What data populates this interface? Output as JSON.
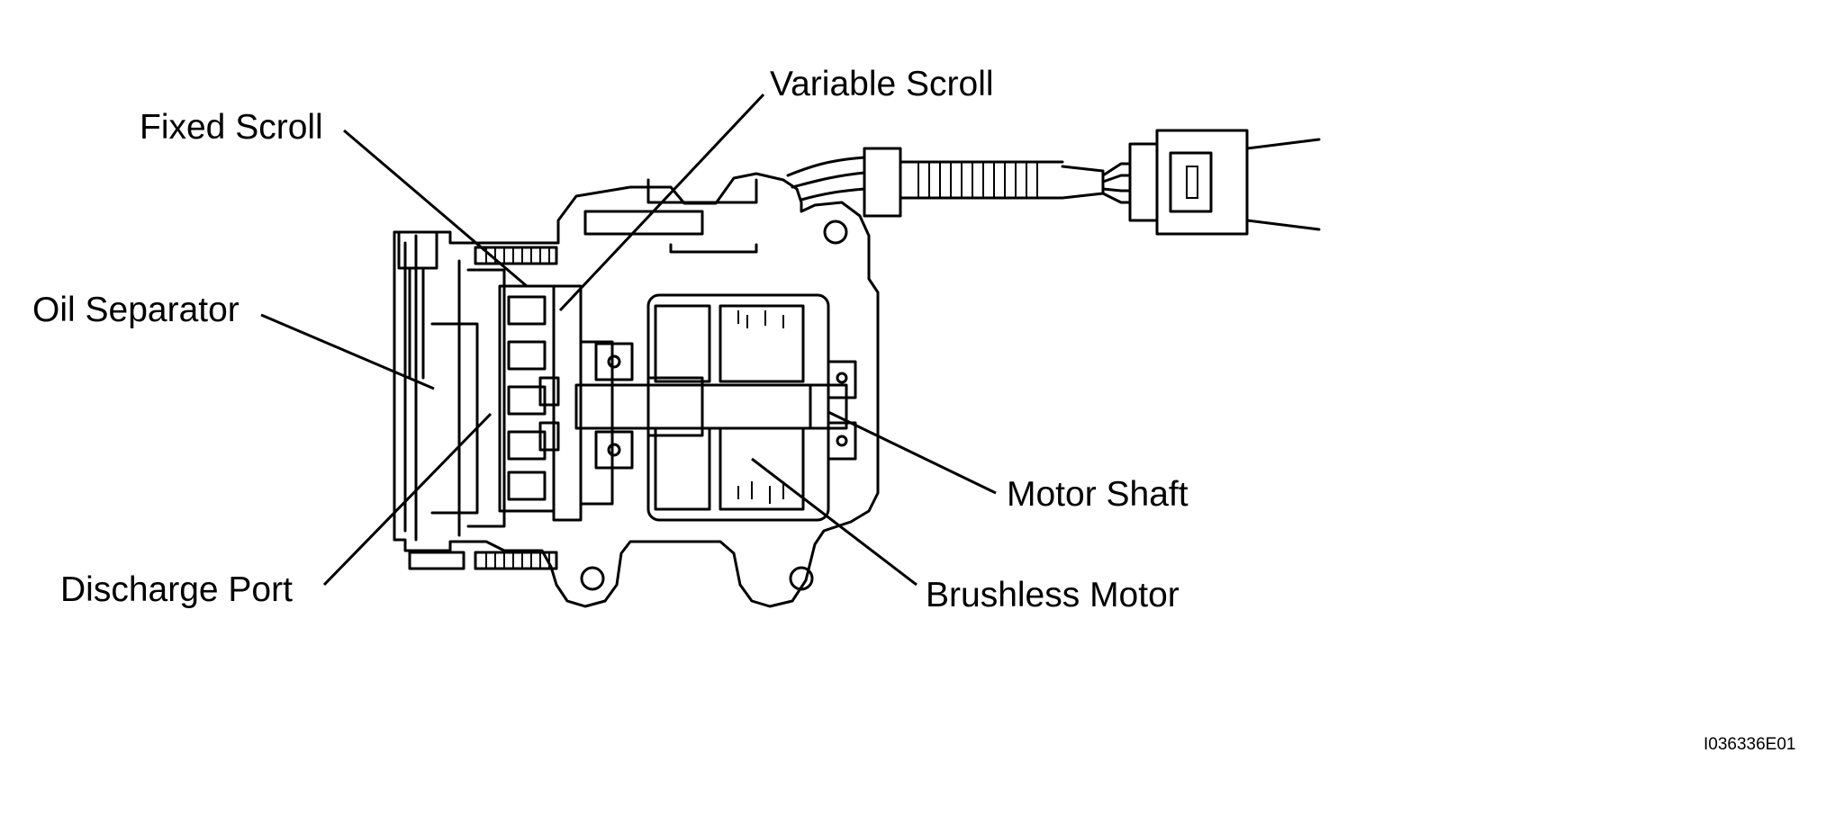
{
  "labels": {
    "fixed_scroll": "Fixed Scroll",
    "variable_scroll": "Variable Scroll",
    "oil_separator": "Oil Separator",
    "discharge_port": "Discharge Port",
    "motor_shaft": "Motor Shaft",
    "brushless_motor": "Brushless Motor"
  },
  "figure_code": "I036336E01"
}
